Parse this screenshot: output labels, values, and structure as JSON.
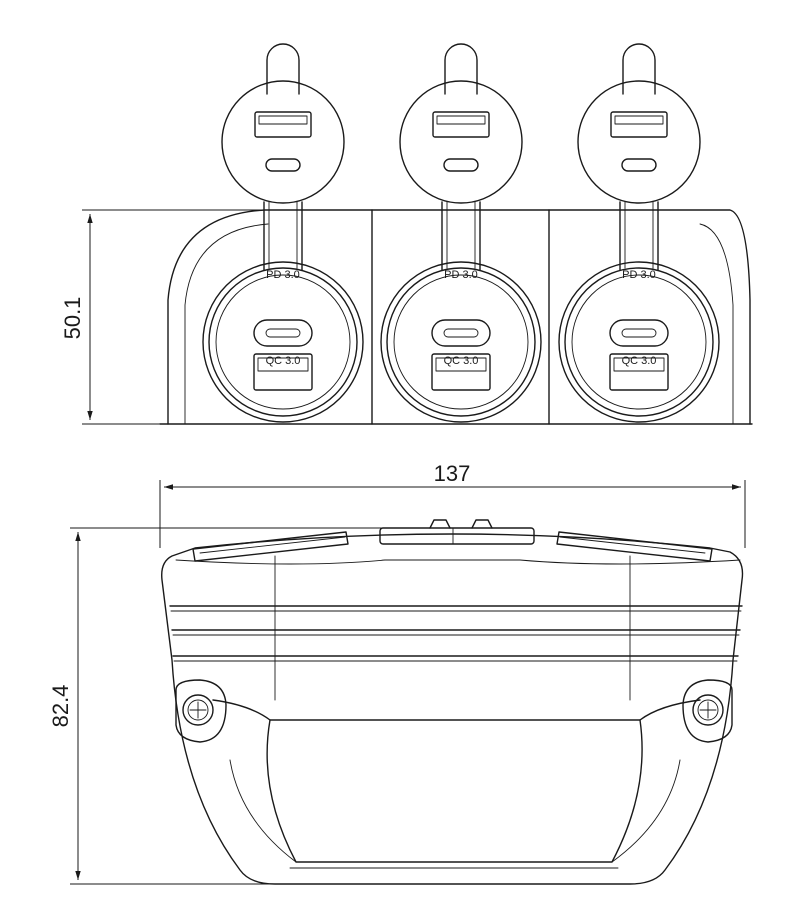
{
  "front_view": {
    "height_dimension": "50.1",
    "sockets": [
      {
        "top_label": "PD 3.0",
        "bottom_label": "QC 3.0"
      },
      {
        "top_label": "PD 3.0",
        "bottom_label": "QC 3.0"
      },
      {
        "top_label": "PD 3.0",
        "bottom_label": "QC 3.0"
      }
    ]
  },
  "top_view": {
    "width_dimension": "137",
    "depth_dimension": "82.4"
  }
}
